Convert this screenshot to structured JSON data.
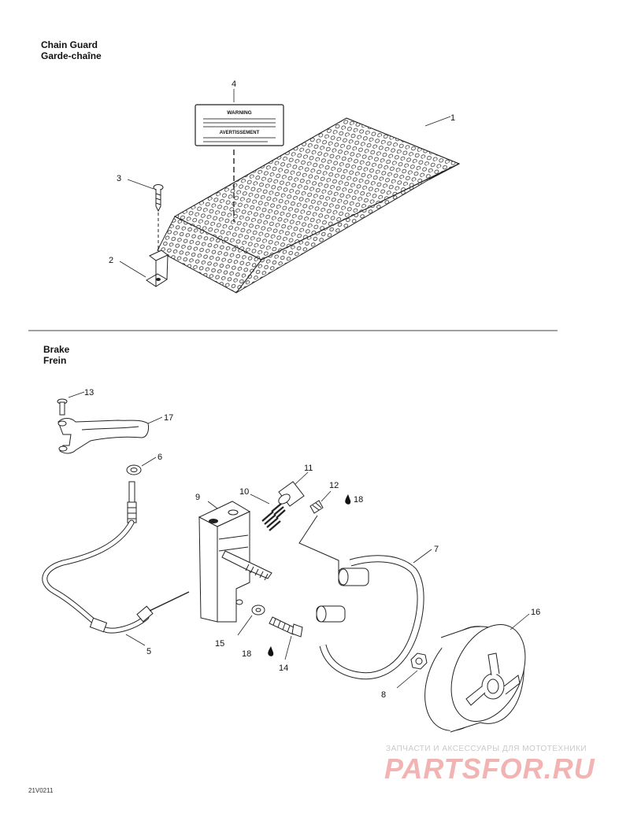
{
  "sections": {
    "chain_guard": {
      "title_en": "Chain Guard",
      "title_fr": "Garde-chaîne"
    },
    "brake": {
      "title_en": "Brake",
      "title_fr": "Frein"
    }
  },
  "callouts": {
    "c1": "1",
    "c2": "2",
    "c3": "3",
    "c4": "4",
    "c5": "5",
    "c6": "6",
    "c7": "7",
    "c8": "8",
    "c9": "9",
    "c10": "10",
    "c11": "11",
    "c12": "12",
    "c13": "13",
    "c14": "14",
    "c15": "15",
    "c16": "16",
    "c17": "17",
    "c18a": "18",
    "c18b": "18"
  },
  "warning_label": {
    "heading": "WARNING",
    "heading_fr": "AVERTISSEMENT"
  },
  "figure_code": "21V0211",
  "watermark": {
    "text": "ЗАПЧАСТИ И АКСЕССУАРЫ ДЛЯ МОТОТЕХНИКИ",
    "logo": "PARTSFOR.RU"
  }
}
